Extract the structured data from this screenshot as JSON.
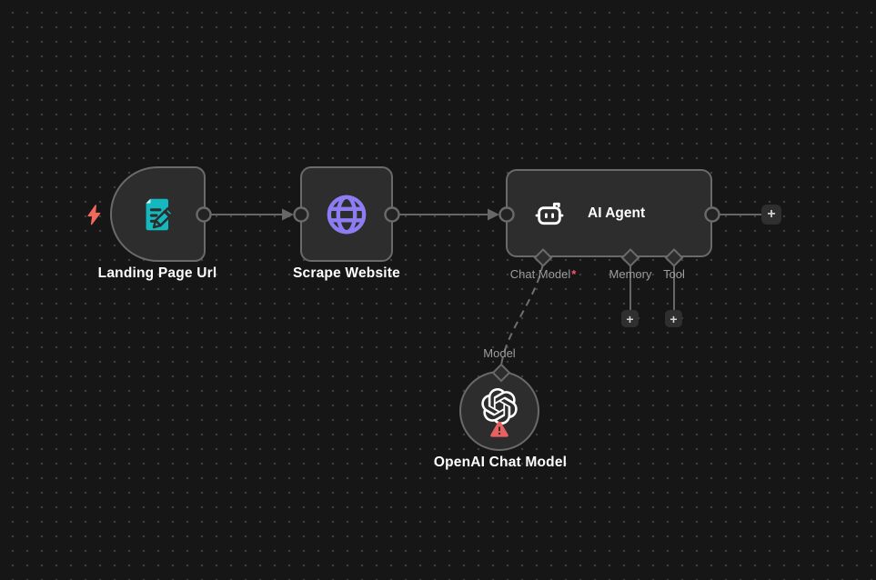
{
  "palette": {
    "canvas_bg": "#161616",
    "dot_color": "#3d3d3d",
    "node_body": "#2d2d2d",
    "node_border": "#6a6a6a",
    "link_color": "#676767",
    "title_color": "#ffffff",
    "sublabel_color": "#9d9d9d",
    "trigger_bolt_color": "#f0695d",
    "required_color": "#f25b63",
    "warning_color": "#e8605f",
    "form_icon_color": "#14b8bf",
    "globe_icon_color": "#8d7df2",
    "robot_icon_color": "#ffffff",
    "openai_icon_color": "#ffffff"
  },
  "nodes": {
    "landing": {
      "label": "Landing Page Url",
      "icon": "form-edit-icon",
      "type": "trigger"
    },
    "scrape": {
      "label": "Scrape Website",
      "icon": "globe-icon",
      "type": "action"
    },
    "agent": {
      "label": "AI Agent",
      "icon": "robot-icon",
      "type": "agent",
      "ports": {
        "chat_model": {
          "label": "Chat Model",
          "required_marker": "*"
        },
        "memory": {
          "label": "Memory"
        },
        "tool": {
          "label": "Tool"
        }
      }
    },
    "openai": {
      "label": "OpenAI Chat Model",
      "icon": "openai-icon",
      "type": "language-model",
      "input_label": "Model",
      "status": "warning"
    }
  },
  "buttons": {
    "plus": "+"
  }
}
